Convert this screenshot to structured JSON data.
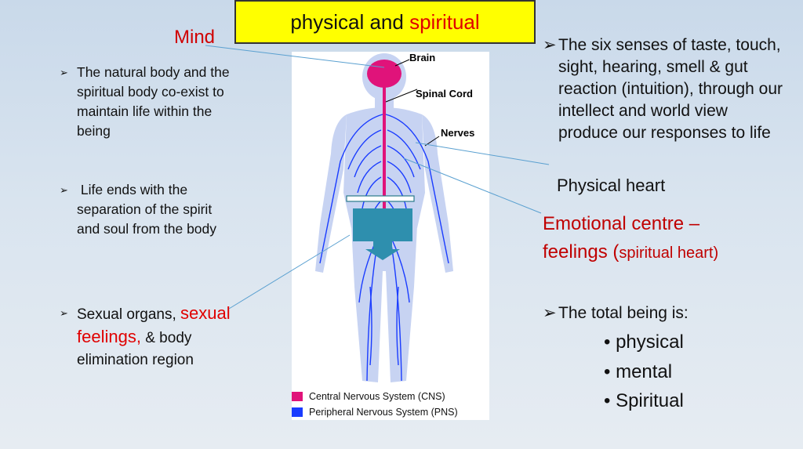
{
  "title": {
    "part1": "physical and ",
    "part2": "spiritual"
  },
  "mind_label": "Mind",
  "left_bullets": {
    "b1": "The natural body and the spiritual body co-exist to maintain life within the being",
    "b2": " Life ends with the separation of the spirit and soul from the body",
    "b3_a": "Sexual organs, ",
    "b3_red": "sexual feelings,",
    "b3_b": " & body elimination region"
  },
  "right": {
    "senses": "The six senses of taste, touch, sight, hearing, smell & gut reaction (intuition), through our intellect and world view produce our responses to life",
    "physical_heart": "Physical heart",
    "emotional_line1": "Emotional centre –",
    "emotional_line2a": "feelings (",
    "emotional_line2b": "spiritual heart)",
    "total_being": "The total being is:",
    "total_items": [
      "physical",
      "mental",
      "Spiritual"
    ]
  },
  "figure": {
    "labels": {
      "brain": "Brain",
      "spinal_cord": "Spinal Cord",
      "nerves": "Nerves"
    },
    "legend": [
      "Central Nervous System (CNS)",
      "Peripheral Nervous System (PNS)"
    ]
  },
  "colors": {
    "cns": "#e0137a",
    "pns": "#1a3cff",
    "title_bg": "#ffff00",
    "accent_red": "#e00000"
  }
}
